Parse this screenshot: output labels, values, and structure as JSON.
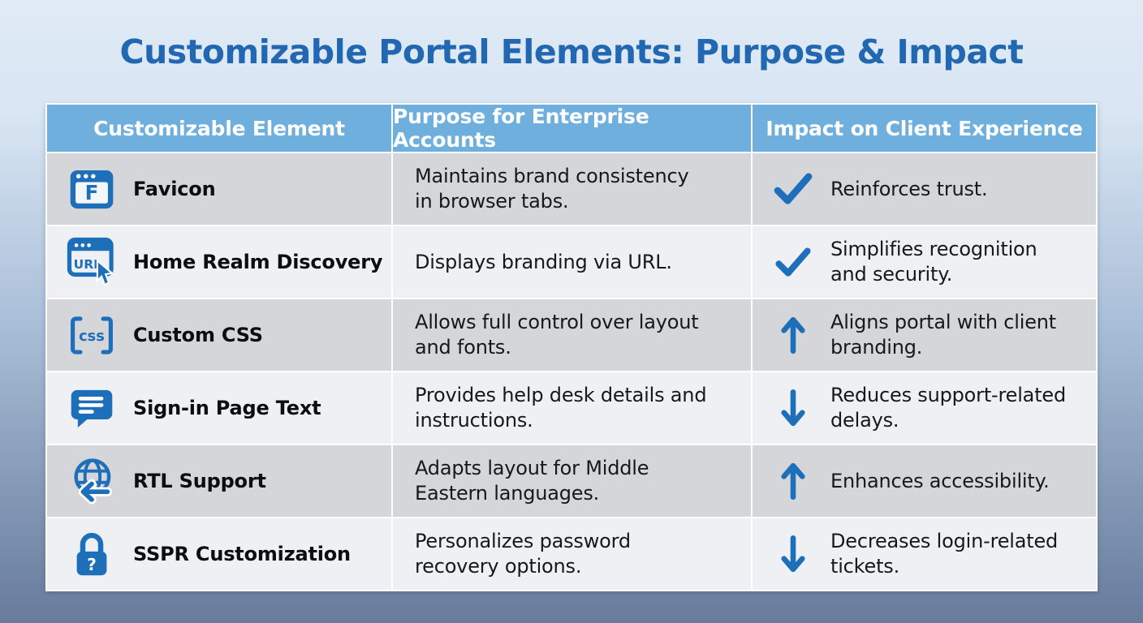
{
  "page": {
    "title": "Customizable Portal Elements: Purpose & Impact"
  },
  "colors": {
    "accent_blue": "#1d6fba",
    "title_blue": "#2267b2",
    "header_bg": "#6fafdd",
    "row_dark": "#d5d6d9",
    "row_light": "#eef0f4"
  },
  "table": {
    "headers": [
      "Customizable Element",
      "Purpose for Enterprise Accounts",
      "Impact on Client Experience"
    ],
    "rows": [
      {
        "icon": "favicon-browser-icon",
        "element": "Favicon",
        "purpose": "Maintains brand consistency\nin browser tabs.",
        "impact_icon": "check-icon",
        "impact": "Reinforces trust."
      },
      {
        "icon": "url-window-cursor-icon",
        "element": "Home Realm Discovery",
        "purpose": "Displays branding via URL.",
        "impact_icon": "check-icon",
        "impact": "Simplifies recognition\nand security."
      },
      {
        "icon": "css-brackets-icon",
        "element": "Custom CSS",
        "purpose": "Allows full control over layout\nand fonts.",
        "impact_icon": "up-arrow-icon",
        "impact": "Aligns portal with client\nbranding."
      },
      {
        "icon": "speech-bubble-icon",
        "element": "Sign-in Page Text",
        "purpose": "Provides help desk details and\ninstructions.",
        "impact_icon": "down-arrow-icon",
        "impact": "Reduces support-related\ndelays."
      },
      {
        "icon": "globe-rtl-arrow-icon",
        "element": "RTL Support",
        "purpose": "Adapts layout for Middle\nEastern languages.",
        "impact_icon": "up-arrow-icon",
        "impact": "Enhances accessibility."
      },
      {
        "icon": "padlock-question-icon",
        "element": "SSPR Customization",
        "purpose": "Personalizes password\nrecovery options.",
        "impact_icon": "down-arrow-icon",
        "impact": "Decreases login-related\ntickets."
      }
    ]
  }
}
